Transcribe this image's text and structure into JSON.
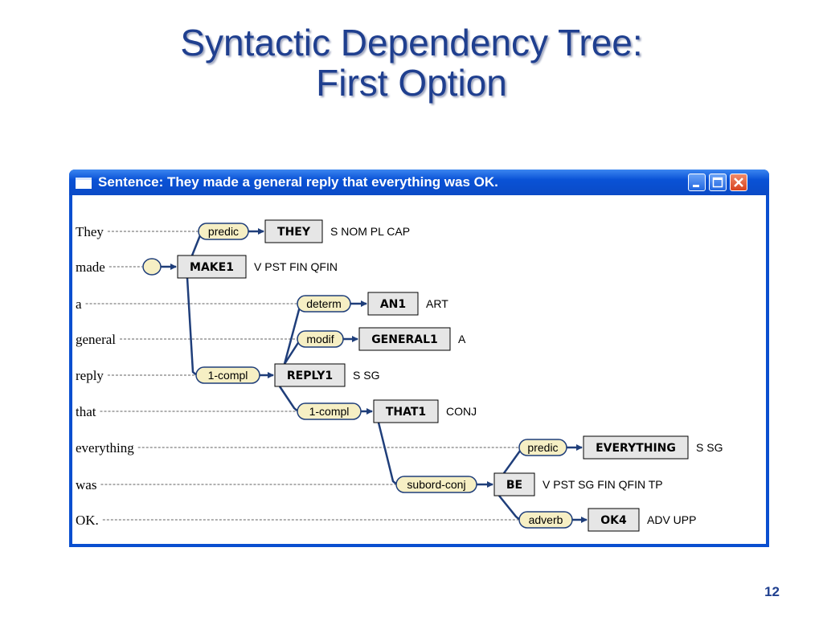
{
  "slide": {
    "title_line1": "Syntactic Dependency Tree:",
    "title_line2": "First Option",
    "page_number": "12"
  },
  "window": {
    "title": "Sentence: They made a general reply that everything was OK."
  },
  "words": [
    "They",
    "made",
    "a",
    "general",
    "reply",
    "that",
    "everything",
    "was",
    "OK."
  ],
  "nodes": [
    {
      "id": "they",
      "lemma": "THEY",
      "features": "S NOM PL CAP"
    },
    {
      "id": "make1",
      "lemma": "MAKE1",
      "features": "V PST FIN QFIN"
    },
    {
      "id": "an1",
      "lemma": "AN1",
      "features": "ART"
    },
    {
      "id": "general1",
      "lemma": "GENERAL1",
      "features": "A"
    },
    {
      "id": "reply1",
      "lemma": "REPLY1",
      "features": "S SG"
    },
    {
      "id": "that1",
      "lemma": "THAT1",
      "features": "CONJ"
    },
    {
      "id": "everything",
      "lemma": "EVERYTHING",
      "features": "S SG"
    },
    {
      "id": "be",
      "lemma": "BE",
      "features": "V PST SG FIN QFIN TP"
    },
    {
      "id": "ok4",
      "lemma": "OK4",
      "features": "ADV UPP"
    }
  ],
  "relations": [
    {
      "from": "make1",
      "to": "they",
      "label": "predic"
    },
    {
      "from": "make1",
      "to": "reply1",
      "label": "1-compl"
    },
    {
      "from": "reply1",
      "to": "an1",
      "label": "determ"
    },
    {
      "from": "reply1",
      "to": "general1",
      "label": "modif"
    },
    {
      "from": "reply1",
      "to": "that1",
      "label": "1-compl"
    },
    {
      "from": "that1",
      "to": "be",
      "label": "subord-conj"
    },
    {
      "from": "be",
      "to": "everything",
      "label": "predic"
    },
    {
      "from": "be",
      "to": "ok4",
      "label": "adverb"
    }
  ],
  "colors": {
    "title": "#1f3f8f",
    "window_frame": "#0a4fd0",
    "tree_line": "#1f3e7a",
    "label_fill": "#f6efc4",
    "node_fill": "#e6e6e6"
  }
}
